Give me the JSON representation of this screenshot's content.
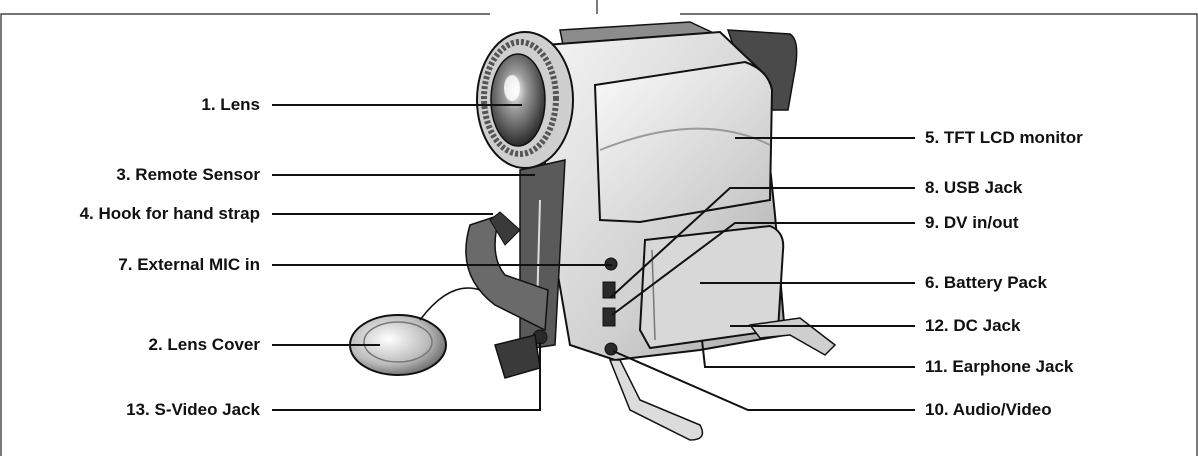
{
  "diagram": {
    "left_labels": [
      {
        "id": "lens",
        "text": "1. Lens"
      },
      {
        "id": "remote-sensor",
        "text": "3. Remote Sensor"
      },
      {
        "id": "hook",
        "text": "4. Hook for hand strap"
      },
      {
        "id": "external-mic",
        "text": "7. External MIC in"
      },
      {
        "id": "lens-cover",
        "text": "2. Lens Cover"
      },
      {
        "id": "s-video",
        "text": "13. S-Video Jack"
      }
    ],
    "right_labels": [
      {
        "id": "tft-lcd",
        "text": "5. TFT LCD monitor"
      },
      {
        "id": "usb-jack",
        "text": "8. USB Jack"
      },
      {
        "id": "dv-inout",
        "text": "9. DV in/out"
      },
      {
        "id": "battery-pack",
        "text": "6. Battery Pack"
      },
      {
        "id": "dc-jack",
        "text": "12. DC Jack"
      },
      {
        "id": "earphone-jack",
        "text": "11. Earphone Jack"
      },
      {
        "id": "audio-video",
        "text": "10. Audio/Video"
      }
    ],
    "colors": {
      "line": "#111111",
      "frame": "#222222",
      "body_light": "#e6e6e6",
      "body_mid": "#bdbdbd",
      "body_dark": "#3c3c3c"
    }
  }
}
